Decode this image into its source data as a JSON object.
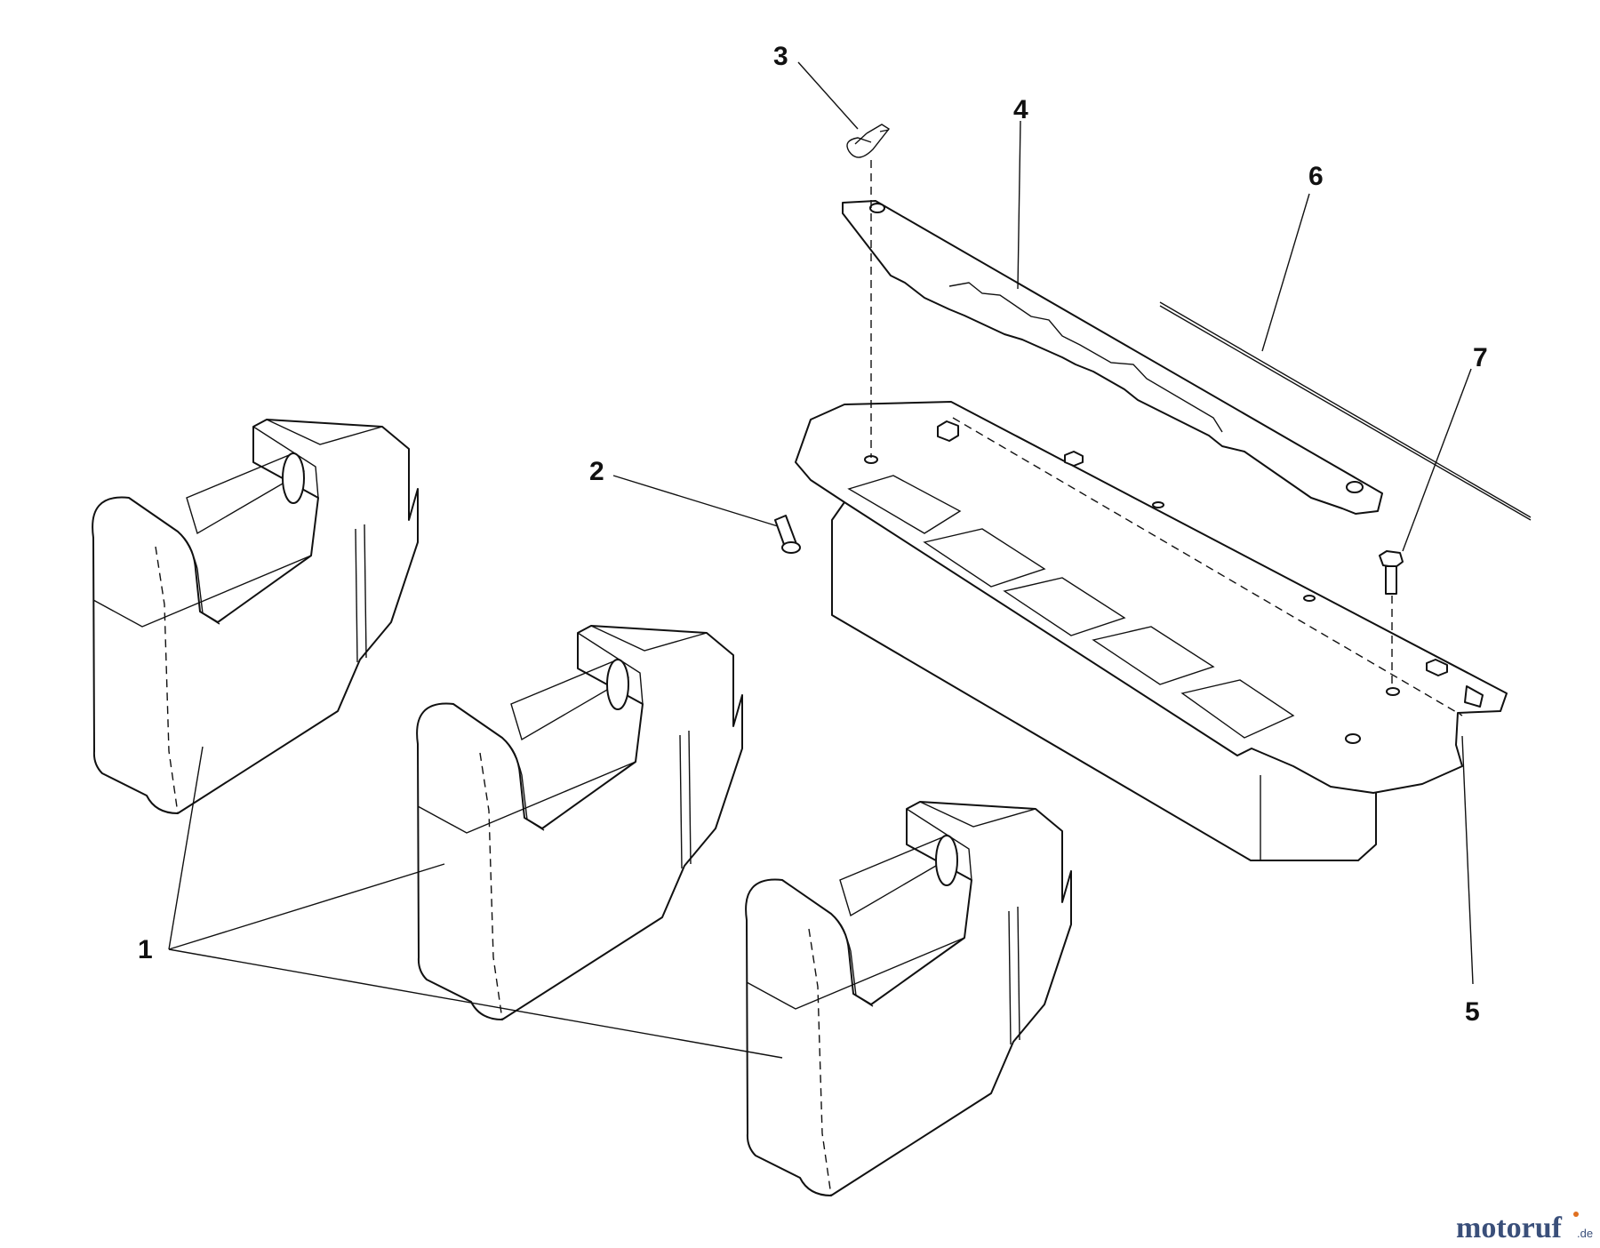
{
  "diagram": {
    "callouts": [
      {
        "id": "1",
        "label": "1"
      },
      {
        "id": "2",
        "label": "2"
      },
      {
        "id": "3",
        "label": "3"
      },
      {
        "id": "4",
        "label": "4"
      },
      {
        "id": "5",
        "label": "5"
      },
      {
        "id": "6",
        "label": "6"
      },
      {
        "id": "7",
        "label": "7"
      }
    ],
    "watermark": {
      "main": "motoruf",
      "tld": ".de"
    }
  }
}
